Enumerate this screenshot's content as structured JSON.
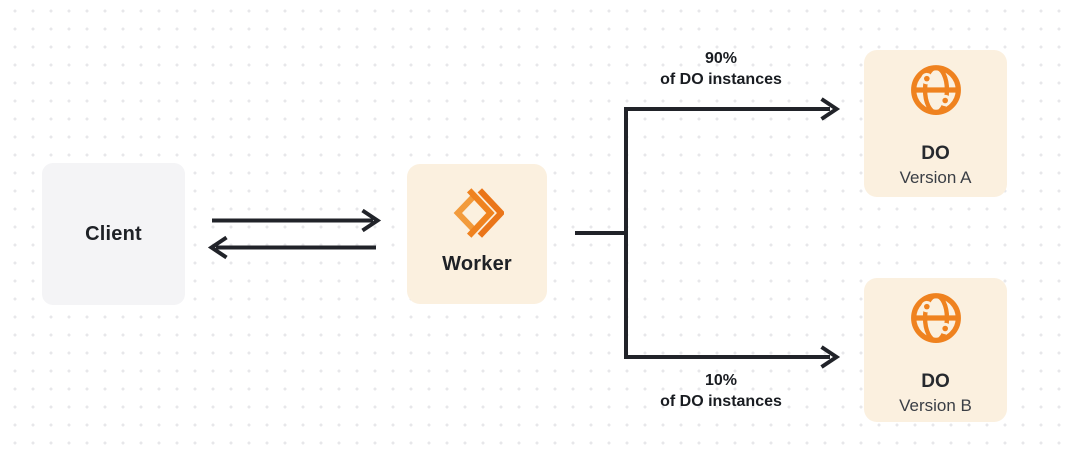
{
  "diagram": {
    "nodes": {
      "client": {
        "label": "Client"
      },
      "worker": {
        "label": "Worker"
      },
      "do_version_a": {
        "label": "DO",
        "sublabel": "Version A"
      },
      "do_version_b": {
        "label": "DO",
        "sublabel": "Version B"
      }
    },
    "edges": {
      "client_worker": {
        "type": "bidirectional-arrows"
      },
      "worker_to_do_a": {
        "label_line1": "90%",
        "label_line2": "of DO instances"
      },
      "worker_to_do_b": {
        "label_line1": "10%",
        "label_line2": "of DO instances"
      }
    },
    "icons": {
      "worker": "workers-chevron-icon",
      "do_a": "globe-icon",
      "do_b": "globe-icon"
    },
    "colors": {
      "brand_orange": "#ef821f",
      "orange_gradient_light": "#f59d3e",
      "orange_gradient_dark": "#e97317",
      "node_cream": "#fbf0df",
      "node_gray": "#f4f4f6",
      "line_dark": "#212329",
      "text_dark": "#1e2126",
      "text_sub": "#3a3e45",
      "dot_grid": "#e7e7ea",
      "background": "#ffffff"
    }
  }
}
